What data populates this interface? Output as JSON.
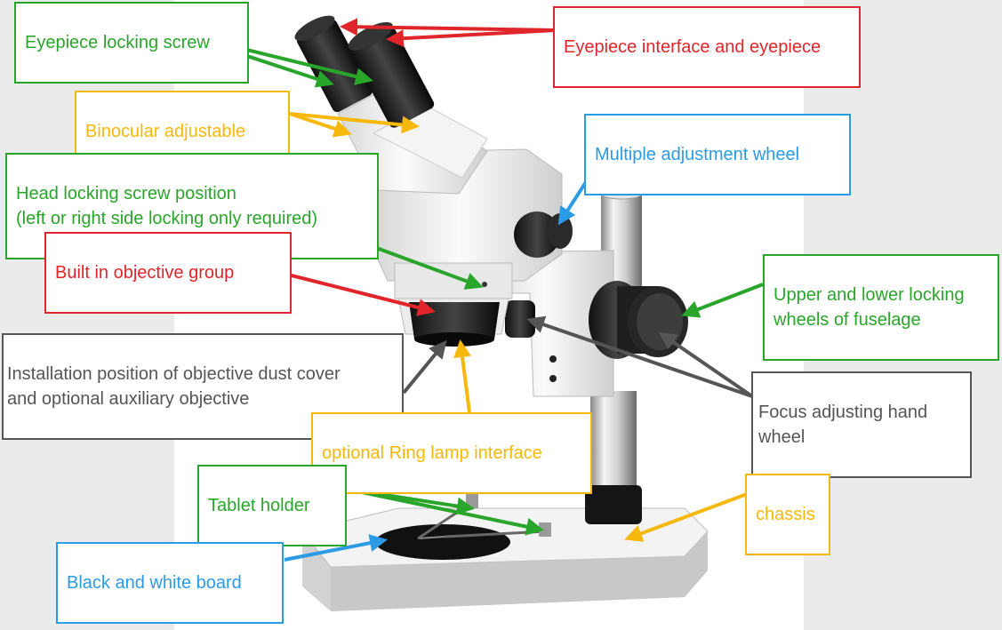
{
  "colors": {
    "red": "#e0262b",
    "green": "#2aa52b",
    "blue": "#2b9be6",
    "yellow": "#f6b80b",
    "gray": "#555555"
  },
  "labels": {
    "eyepiece_locking_screw": {
      "text": "Eyepiece locking screw",
      "color": "green"
    },
    "eyepiece_interface": {
      "text": "Eyepiece interface and eyepiece",
      "color": "red"
    },
    "binocular_adjustable": {
      "text": "Binocular adjustable",
      "color": "yellow"
    },
    "multiple_adjustment_wheel": {
      "text": "Multiple adjustment wheel",
      "color": "blue"
    },
    "head_locking_screw": {
      "text": "Head locking screw position\n(left or right side locking only required)",
      "color": "green"
    },
    "built_in_objective": {
      "text": "Built in objective group",
      "color": "red"
    },
    "upper_lower_locking": {
      "text": "Upper and lower locking\nwheels of fuselage",
      "color": "green"
    },
    "dust_cover": {
      "text": "Installation position of objective dust cover\nand optional auxiliary objective",
      "color": "gray"
    },
    "focus_wheel": {
      "text": "Focus adjusting hand\nwheel",
      "color": "gray"
    },
    "ring_lamp": {
      "text": "optional Ring lamp interface",
      "color": "yellow"
    },
    "tablet_holder": {
      "text": "Tablet holder",
      "color": "green"
    },
    "chassis": {
      "text": "chassis",
      "color": "yellow"
    },
    "black_white_board": {
      "text": "Black and white board",
      "color": "blue"
    }
  }
}
